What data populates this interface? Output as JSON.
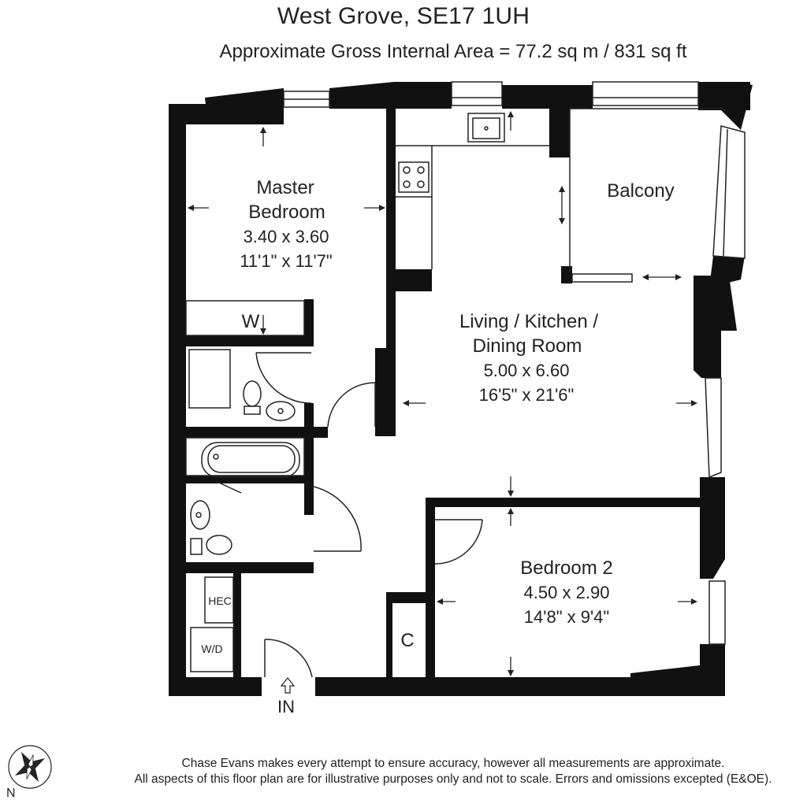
{
  "header": {
    "title": "West Grove, SE17 1UH",
    "area": "Approximate Gross Internal Area = 77.2 sq m / 831 sq ft"
  },
  "rooms": {
    "master_bedroom": {
      "name_line1": "Master",
      "name_line2": "Bedroom",
      "metric": "3.40 x 3.60",
      "imperial": "11'1\" x 11'7\""
    },
    "balcony": {
      "name": "Balcony"
    },
    "living": {
      "name_line1": "Living / Kitchen /",
      "name_line2": "Dining Room",
      "metric": "5.00 x 6.60",
      "imperial": "16'5\" x 21'6\""
    },
    "bedroom2": {
      "name": "Bedroom 2",
      "metric": "4.50 x 2.90",
      "imperial": "14'8\" x 9'4\""
    },
    "wardrobe": {
      "label": "W"
    },
    "cupboard": {
      "label": "C"
    },
    "hec": {
      "label": "HEC"
    },
    "wd": {
      "label": "W/D"
    },
    "entrance": {
      "label": "IN"
    }
  },
  "compass": {
    "label": "N"
  },
  "disclaimer": {
    "line1": "Chase Evans makes every attempt to ensure accuracy, however all measurements are approximate.",
    "line2": "All aspects of this floor plan are for illustrative purposes only and not to scale. Errors and omissions excepted (E&OE)."
  }
}
